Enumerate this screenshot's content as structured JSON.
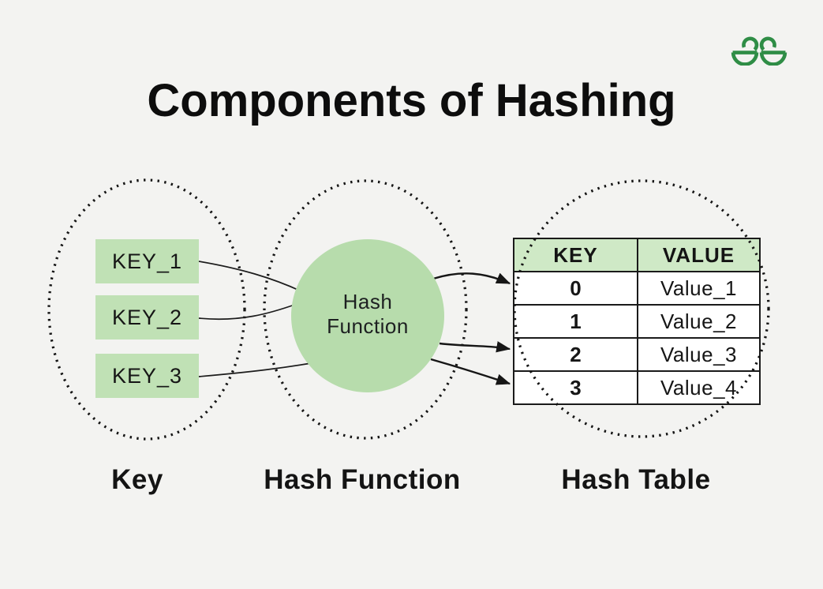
{
  "title": "Components of Hashing",
  "logo": {
    "name": "geeksforgeeks-logo"
  },
  "keys": {
    "box1": "KEY_1",
    "box2": "KEY_2",
    "box3": "KEY_3",
    "caption": "Key"
  },
  "hash_function": {
    "text_line1": "Hash",
    "text_line2": "Function",
    "caption": "Hash Function"
  },
  "hash_table": {
    "caption": "Hash Table",
    "headers": [
      "KEY",
      "VALUE"
    ],
    "rows": [
      [
        "0",
        "Value_1"
      ],
      [
        "1",
        "Value_2"
      ],
      [
        "2",
        "Value_3"
      ],
      [
        "3",
        "Value_4"
      ]
    ]
  },
  "colors": {
    "background": "#f3f3f1",
    "box_green": "#c0e1b5",
    "circle_green": "#b7dcac",
    "header_green": "#cfe9c6",
    "logo_green": "#2f8d46",
    "ink": "#141414",
    "border_gray": "#7d7d7d"
  }
}
